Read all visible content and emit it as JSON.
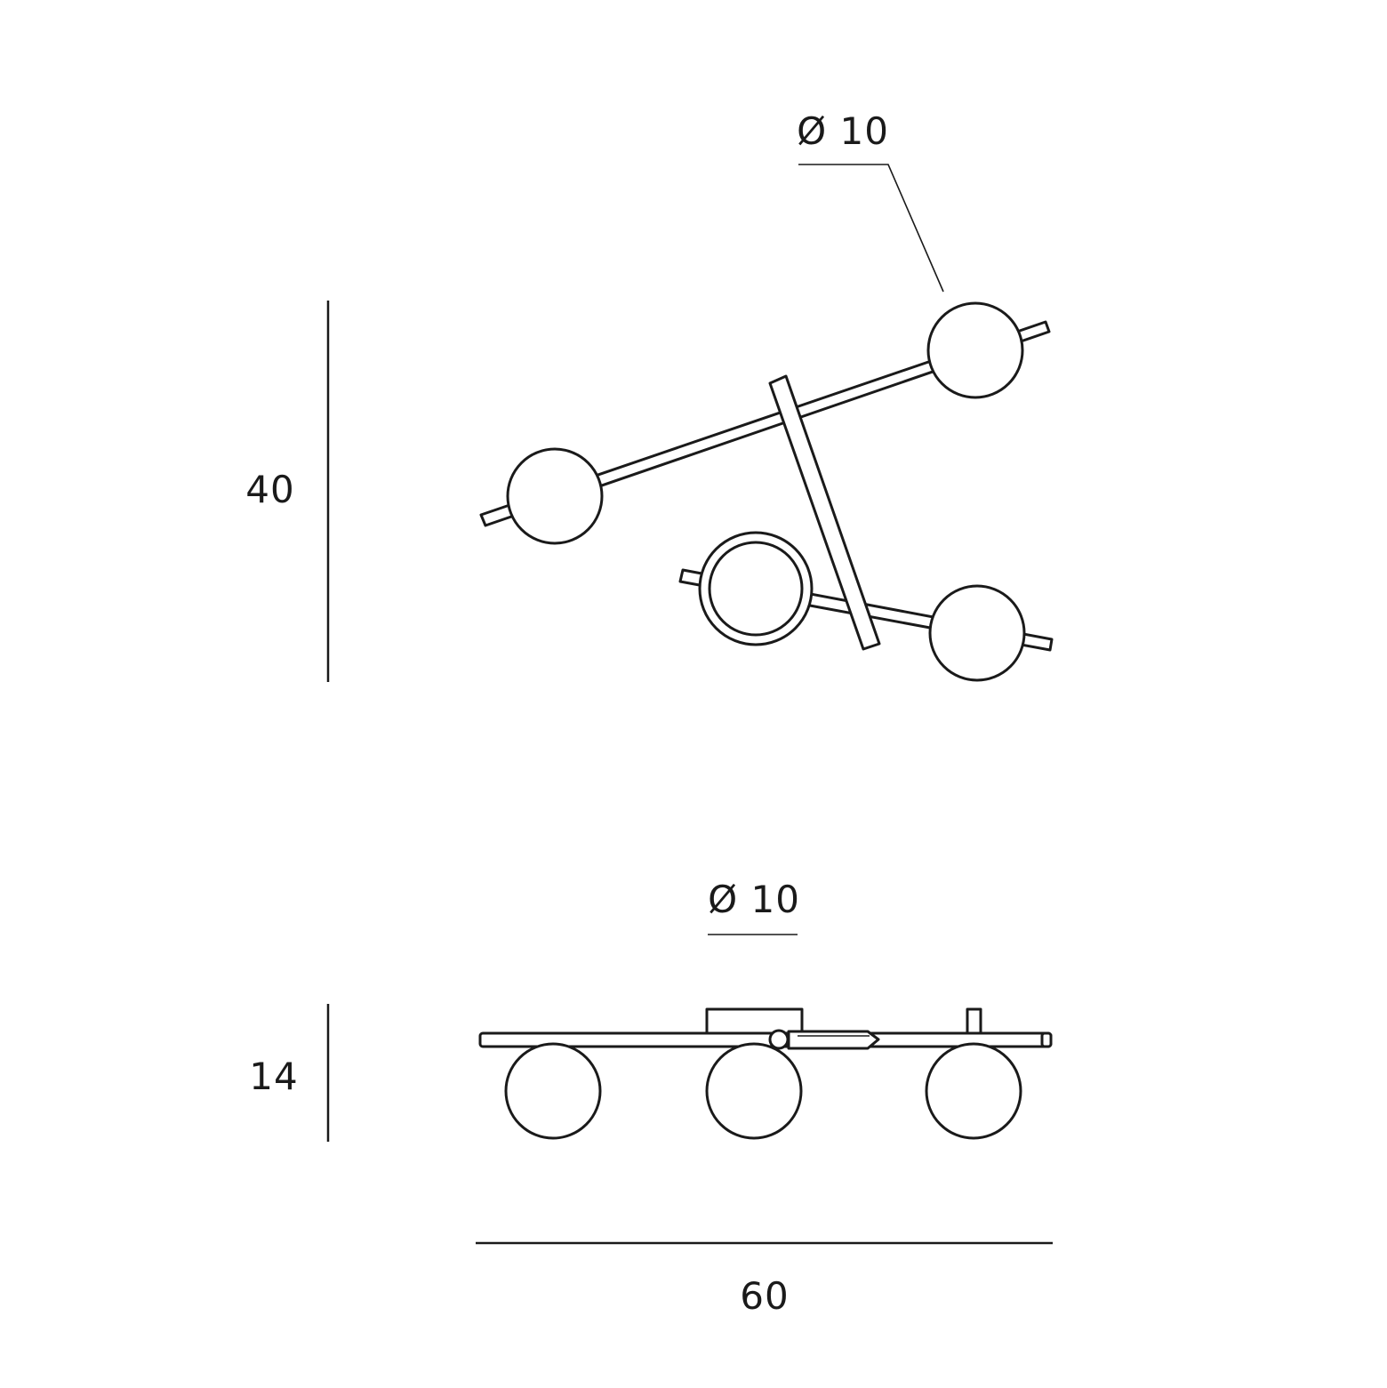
{
  "top_view": {
    "diameter_label": "Ø 10",
    "height_label": "40"
  },
  "side_view": {
    "diameter_label": "Ø 10",
    "height_label": "14",
    "width_label": "60"
  },
  "colors": {
    "ink": "#1a1a1a",
    "background": "#ffffff"
  }
}
